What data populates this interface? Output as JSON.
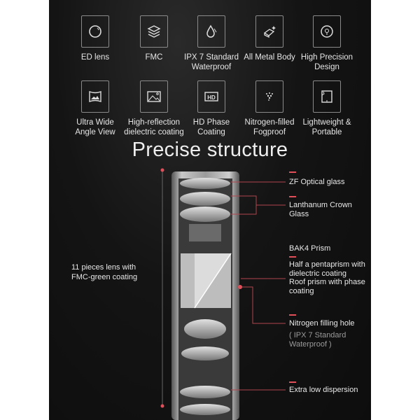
{
  "features": [
    {
      "label": "ED lens",
      "icon": "lens-icon"
    },
    {
      "label": "FMC",
      "icon": "layers-icon"
    },
    {
      "label": "IPX 7 Standard\nWaterproof",
      "icon": "water-drop-icon"
    },
    {
      "label": "All Metal Body",
      "icon": "metal-ingot-icon"
    },
    {
      "label": "High Precision\nDesign",
      "icon": "precision-target-icon"
    },
    {
      "label": "Ultra Wide\nAngle View",
      "icon": "wide-angle-icon"
    },
    {
      "label": "High-reflection\ndielectric coating",
      "icon": "image-icon"
    },
    {
      "label": "HD Phase\nCoating",
      "icon": "hd-icon"
    },
    {
      "label": "Nitrogen-filled\nFogproof",
      "icon": "particles-icon"
    },
    {
      "label": "Lightweight &\nPortable",
      "icon": "lightweight-icon"
    }
  ],
  "title": "Precise structure",
  "left_label": "11 pieces lens with\nFMC-green coating",
  "callouts": {
    "zf": "ZF Optical glass",
    "lanthanum": "Lanthanum Crown\nGlass",
    "bak4": "BAK4 Prism",
    "half": "Half a pentaprism with\ndielectric coating",
    "roof": "Roof prism with phase\ncoating",
    "nitrogen": "Nitrogen filling hole",
    "nitrogen_sub": "( IPX 7 Standard\nWaterproof )",
    "extra": "Extra low dispersion"
  },
  "colors": {
    "accent": "#e0505a",
    "background": "#111111"
  }
}
